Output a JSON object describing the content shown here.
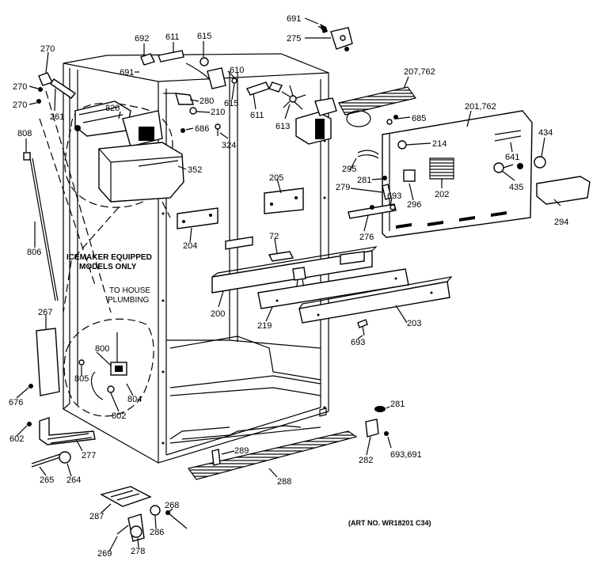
{
  "art_number": "(ART NO. WR18201 C34)",
  "notes": {
    "icemaker": [
      "ICEMAKER EQUIPPED",
      "MODELS ONLY"
    ],
    "plumbing": [
      "TO HOUSE",
      "PLUMBING"
    ]
  },
  "callouts": {
    "c691_top": "691",
    "c275": "275",
    "c692": "692",
    "c611_top": "611",
    "c615_top": "615",
    "c691_mid": "691",
    "c610": "610",
    "c207": "207,762",
    "c270_a": "270",
    "c270_b": "270",
    "c270_c": "270",
    "c261": "261",
    "c820": "820",
    "c280": "280",
    "c615_mid": "615",
    "c611_mid": "611",
    "c613": "613",
    "c201": "201,762",
    "c685": "685",
    "c210": "210",
    "c686": "686",
    "c324": "324",
    "c808": "808",
    "c352": "352",
    "c214": "214",
    "c434": "434",
    "c641": "641",
    "c295": "295",
    "c281_a": "281",
    "c279": "279",
    "c693_a": "693",
    "c296": "296",
    "c202": "202",
    "c435": "435",
    "c205": "205",
    "c294": "294",
    "c204": "204",
    "c276": "276",
    "c72": "72",
    "c806": "806",
    "c200": "200",
    "c219": "219",
    "c203": "203",
    "c267": "267",
    "c693_b": "693",
    "c800": "800",
    "c805": "805",
    "c804": "804",
    "c802": "802",
    "c676": "676",
    "c281_b": "281",
    "c602": "602",
    "c277": "277",
    "c289": "289",
    "c282": "282",
    "c693_691": "693,691",
    "c265": "265",
    "c264": "264",
    "c288": "288",
    "c268": "268",
    "c287": "287",
    "c286": "286",
    "c269": "269",
    "c278": "278"
  }
}
